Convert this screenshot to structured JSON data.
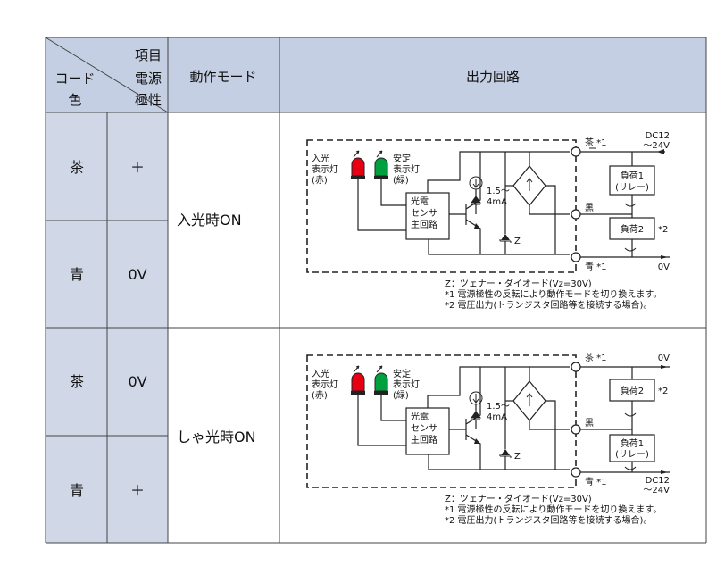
{
  "header": {
    "item_label": "項目",
    "code_label": "コード",
    "color_label": "色",
    "power_label": "電源",
    "polarity_label": "極性",
    "mode_label": "動作モード",
    "circuit_label": "出力回路"
  },
  "rows": [
    {
      "color": "茶",
      "polarity": "＋"
    },
    {
      "color": "青",
      "polarity": "0V"
    },
    {
      "color": "茶",
      "polarity": "0V"
    },
    {
      "color": "青",
      "polarity": "＋"
    }
  ],
  "modes": [
    "入光時ON",
    "しゃ光時ON"
  ],
  "circuits": [
    {
      "indicator_in": [
        "入光",
        "表示灯",
        "(赤)"
      ],
      "indicator_stable": [
        "安定",
        "表示灯",
        "(緑)"
      ],
      "main_circuit": [
        "光電",
        "センサ",
        "主回路"
      ],
      "current": [
        "1.5～",
        "4mA"
      ],
      "zener_label": "Z",
      "wire_top": "茶 *1",
      "wire_mid": "黒",
      "wire_bot": "青 *1",
      "top_value": [
        "DC12",
        "～24V"
      ],
      "bot_value": [
        "0V"
      ],
      "load_a": [
        "負荷1",
        "(リレー)"
      ],
      "load_b": [
        "負荷2"
      ],
      "load_b_note": "*2",
      "notes": [
        "Z：ツェナー・ダイオード(Vz=30V)",
        "*1 電源極性の反転により動作モードを切り換えます。",
        "*2 電圧出力(トランジスタ回路等を接続する場合)。"
      ]
    },
    {
      "indicator_in": [
        "入光",
        "表示灯",
        "(赤)"
      ],
      "indicator_stable": [
        "安定",
        "表示灯",
        "(緑)"
      ],
      "main_circuit": [
        "光電",
        "センサ",
        "主回路"
      ],
      "current": [
        "1.5～",
        "4mA"
      ],
      "zener_label": "Z",
      "wire_top": "茶 *1",
      "wire_mid": "黒",
      "wire_bot": "青 *1",
      "top_value": [
        "0V"
      ],
      "bot_value": [
        "DC12",
        "～24V"
      ],
      "load_a": [
        "負荷2"
      ],
      "load_b": [
        "負荷1",
        "(リレー)"
      ],
      "load_a_note": "*2",
      "notes": [
        "Z：ツェナー・ダイオード(Vz=30V)",
        "*1 電源極性の反転により動作モードを切り換えます。",
        "*2 電圧出力(トランジスタ回路等を接続する場合)。"
      ]
    }
  ],
  "colors": {
    "header_bg": "#c5cfe3",
    "left_bg": "#d0d8e8",
    "led_red": "#e60012",
    "led_green": "#00a040"
  }
}
